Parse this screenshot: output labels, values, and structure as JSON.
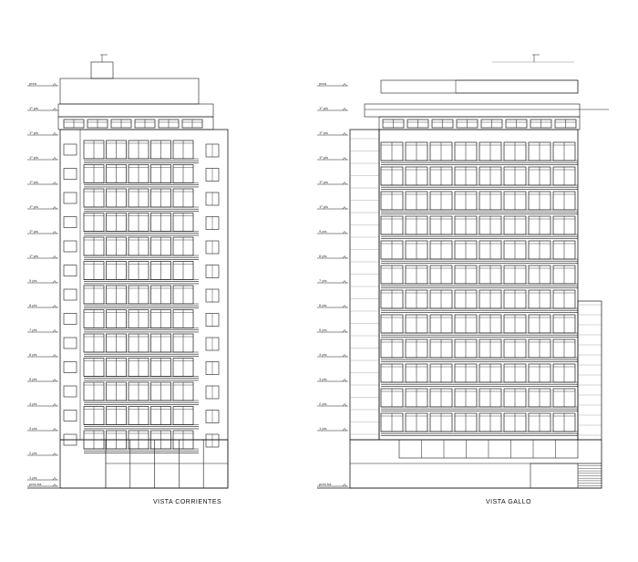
{
  "figure": {
    "background": "#ffffff",
    "line_color": "#1a1a1a",
    "grey_line_color": "#8a8a8a"
  },
  "elevations": [
    {
      "id": "corrientes",
      "caption": "VISTA CORRIENTES",
      "levels": [
        "prea",
        "1º pis",
        "1º pis",
        "1º pis",
        "1º pis",
        "1º pis",
        "1º pis",
        "1º pis",
        "9 pis",
        "8 pis",
        "7 pis",
        "6 pis",
        "5 pis",
        "4 pis",
        "3 pis",
        "2 pis",
        "1 pis",
        "pres ba"
      ],
      "upper_floor_count": 13,
      "ground_bays": 5
    },
    {
      "id": "gallo",
      "caption": "VISTA GALLO",
      "levels": [
        "prea",
        "1º pis",
        "1º pis",
        "1º pis",
        "1º pis",
        "1º pis",
        "9 pis",
        "8 pis",
        "7 pis",
        "6 pis",
        "5 pis",
        "4 pis",
        "3 pis",
        "2 pis",
        "1 pis",
        "pres ba"
      ],
      "upper_floor_count": 12,
      "ground_bays": 4
    }
  ]
}
